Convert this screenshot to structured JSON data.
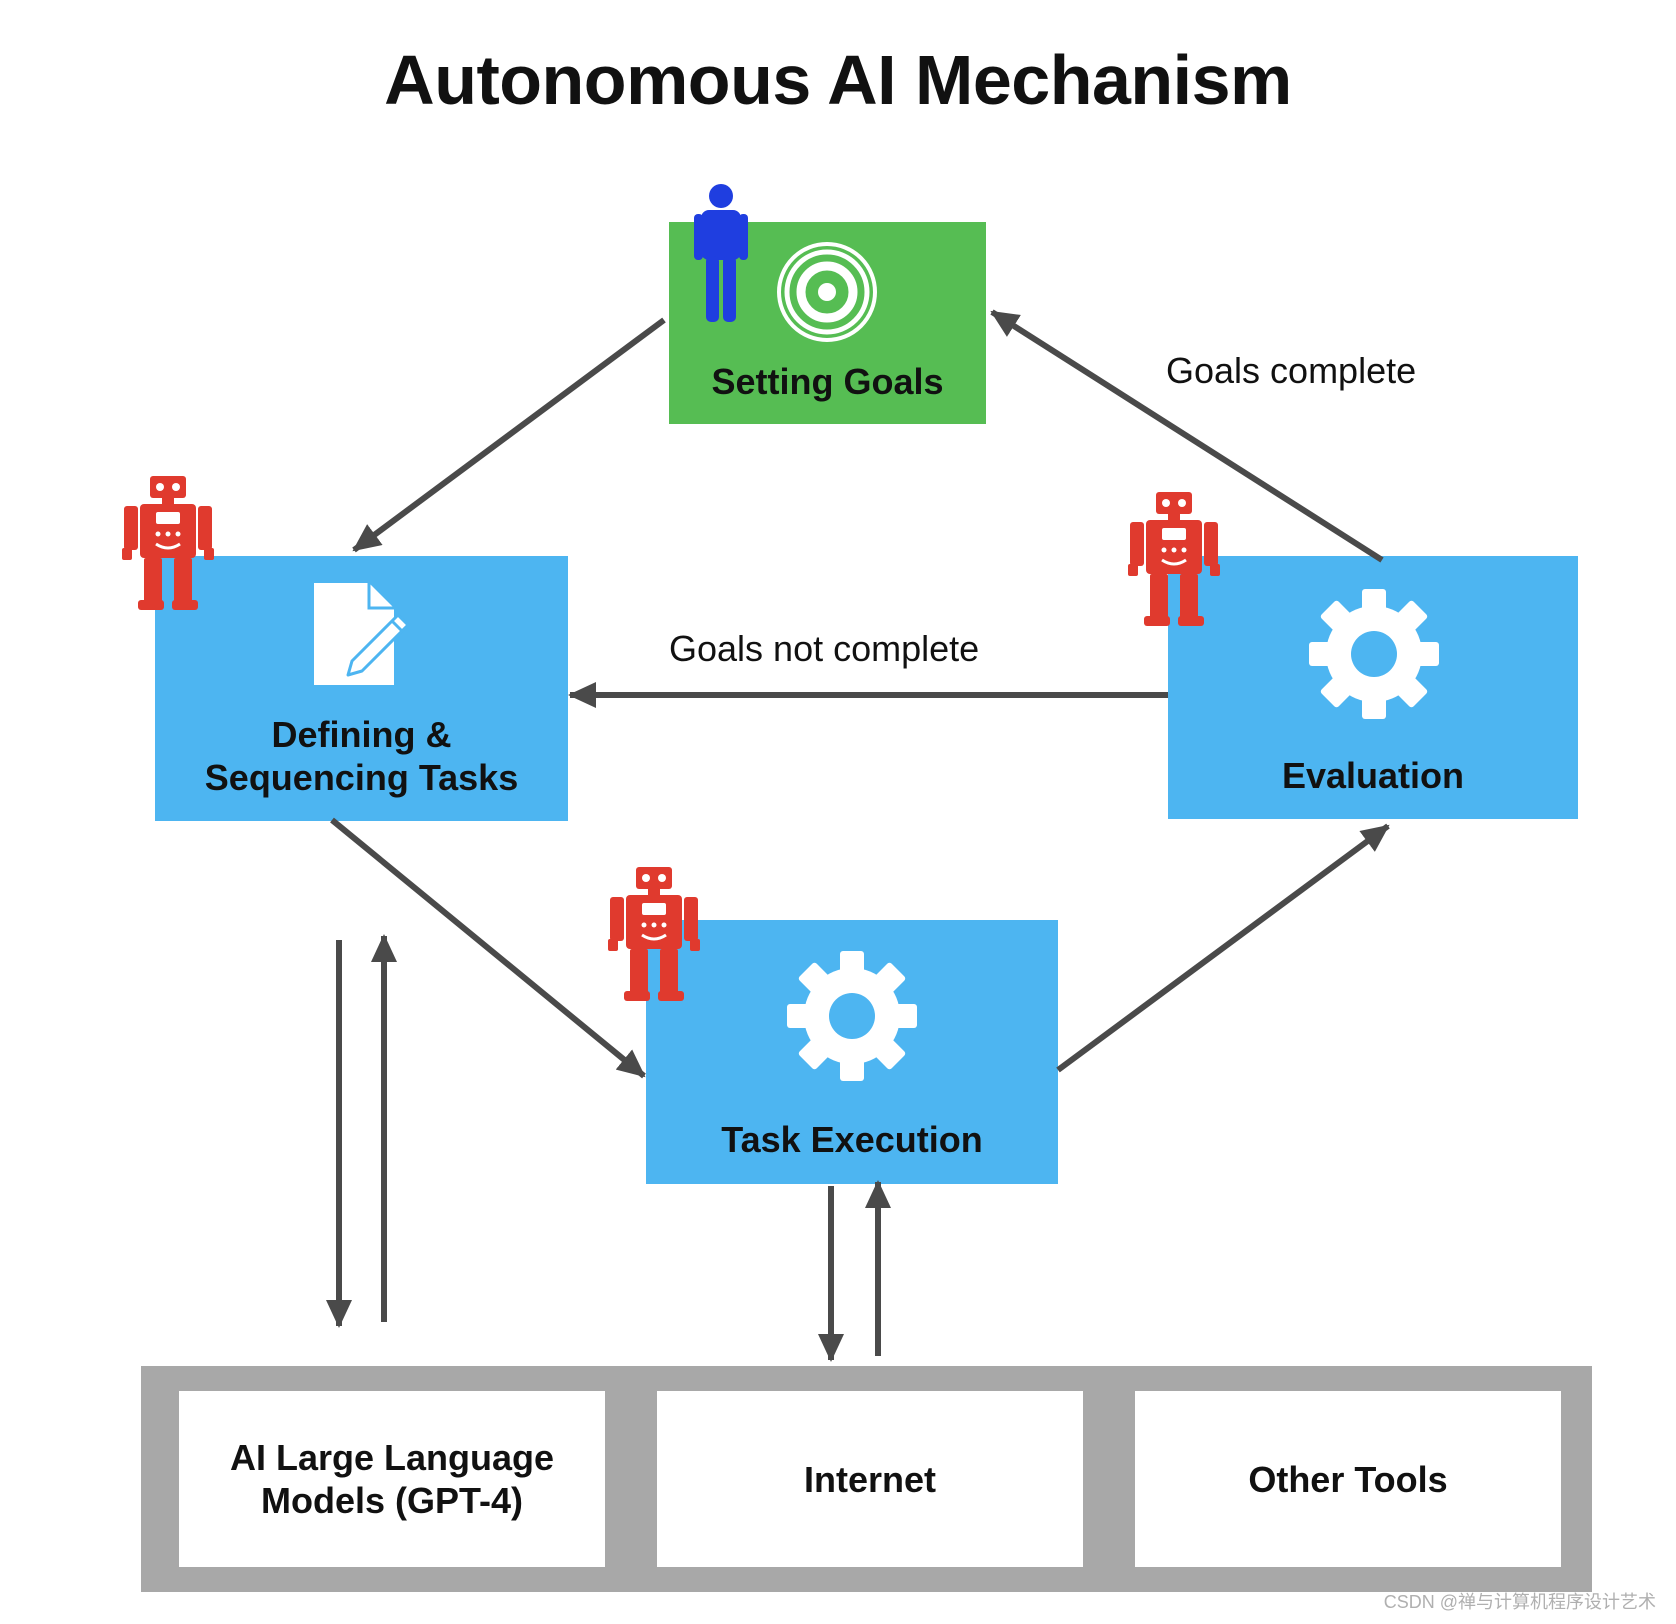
{
  "title": "Autonomous AI Mechanism",
  "nodes": {
    "setting_goals": {
      "label": "Setting Goals"
    },
    "defining": {
      "label_line1": "Defining &",
      "label_line2": "Sequencing Tasks"
    },
    "evaluation": {
      "label": "Evaluation"
    },
    "task_execution": {
      "label": "Task Execution"
    }
  },
  "edge_labels": {
    "goals_complete": "Goals complete",
    "goals_not_complete": "Goals not complete"
  },
  "tools": [
    {
      "line1": "AI Large Language",
      "line2": "Models (GPT-4)"
    },
    {
      "line1": "Internet"
    },
    {
      "line1": "Other Tools"
    }
  ],
  "watermark": "CSDN @禅与计算机程序设计艺术",
  "colors": {
    "goal_box": "#56bd53",
    "task_box": "#4db5f1",
    "human_icon": "#1f3ee0",
    "robot_icon": "#e03a2e",
    "arrow": "#4a4a4a",
    "tools_bar": "#a8a8a8"
  },
  "icons": {
    "human": "person-icon",
    "target": "target-icon",
    "document": "document-edit-icon",
    "gear": "gear-icon",
    "robot": "robot-icon"
  }
}
